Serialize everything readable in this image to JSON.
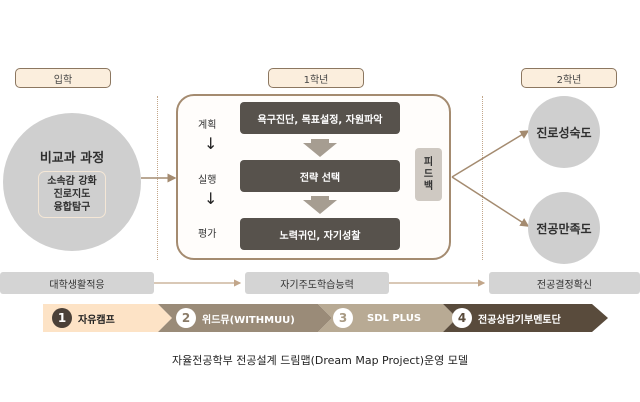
{
  "stages": {
    "entry": "입학",
    "year1": "1학년",
    "year2": "2학년"
  },
  "entry_circle": {
    "title": "비교과 과정",
    "items": [
      "소속감 강화",
      "진로지도",
      "융합탐구"
    ]
  },
  "year1": {
    "steps": [
      "계획",
      "실행",
      "평가"
    ],
    "boxes": [
      "욕구진단, 목표설정, 자원파악",
      "전략 선택",
      "노력귀인, 자기성찰"
    ],
    "feedback": [
      "피",
      "드",
      "백"
    ]
  },
  "year2": {
    "outcomes": [
      "진로성숙도",
      "전공만족도"
    ]
  },
  "bars": [
    "대학생활적응",
    "자기주도학습능력",
    "전공결정확신"
  ],
  "programs": [
    {
      "num": "1",
      "label": "자유캠프",
      "bg": "#fde3c6",
      "num_bg": "#4a4038",
      "num_color": "#ffffff",
      "text_color": "#222222"
    },
    {
      "num": "2",
      "label": "위드뮤(WITHMUU)",
      "bg": "#9a8b78",
      "num_bg": "#ffffff",
      "num_color": "#8a7b68",
      "text_color": "#ffffff"
    },
    {
      "num": "3",
      "label": "SDL PLUS",
      "bg": "#b8aa94",
      "num_bg": "#ffffff",
      "num_color": "#a89a84",
      "text_color": "#ffffff"
    },
    {
      "num": "4",
      "label": "전공상담기부멘토단",
      "bg": "#594b3c",
      "num_bg": "#ffffff",
      "num_color": "#594b3c",
      "text_color": "#ffffff"
    }
  ],
  "caption": "자율전공학부 전공설계 드림맵(Dream Map Project)운영 모델",
  "colors": {
    "accent_brown": "#a48b70",
    "dark_box": "#57524c",
    "circle_gray": "#cfcfcf",
    "label_bg": "#fbeedd"
  }
}
